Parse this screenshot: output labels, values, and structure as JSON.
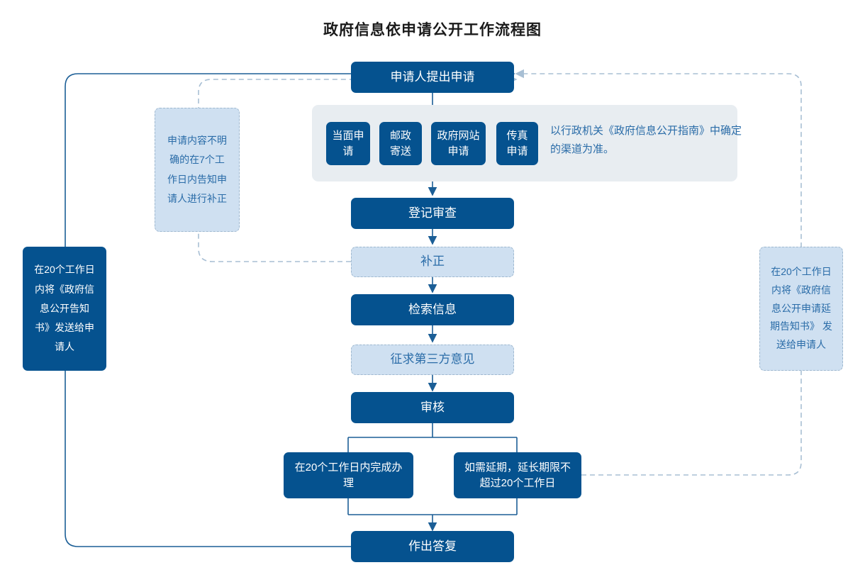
{
  "title": "政府信息依申请公开工作流程图",
  "colors": {
    "dark_blue": "#05528f",
    "light_blue": "#cfe0f1",
    "panel_gray": "#e8edf1",
    "light_text": "#2a6ca8",
    "line_solid": "#1b5e96",
    "line_dashed": "#a8bfd4"
  },
  "flow": {
    "start": {
      "label": "申请人提出申请"
    },
    "channels": [
      {
        "label": "当面申请"
      },
      {
        "label": "邮政寄送"
      },
      {
        "label": "政府网站申请"
      },
      {
        "label": "传真申请"
      }
    ],
    "channel_note": "以行政机关《政府信息公开指南》中确定的渠道为准。",
    "steps": [
      {
        "label": "登记审查",
        "style": "dark"
      },
      {
        "label": "补正",
        "style": "light"
      },
      {
        "label": "检索信息",
        "style": "dark"
      },
      {
        "label": "征求第三方意见",
        "style": "light"
      },
      {
        "label": "审核",
        "style": "dark"
      }
    ],
    "branches": [
      {
        "label": "在20个工作日内完成办理"
      },
      {
        "label": "如需延期，延长期限不超过20个工作日"
      }
    ],
    "end": {
      "label": "作出答复"
    }
  },
  "notes": {
    "left_correction": "申请内容不明确的在7个工作日内告知申请人进行补正",
    "left_notice": "在20个工作日内将《政府信息公开告知书》发送给申请人",
    "right_extension": "在20个工作日内将《政府信息公开申请延期告知书》 发送给申请人"
  }
}
